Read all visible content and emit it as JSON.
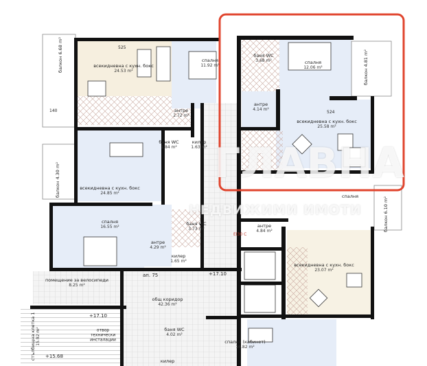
{
  "watermark": {
    "main": "ГЛАВНА",
    "sub": "НЕДВИЖИМИ ИМОТИ"
  },
  "highlight_color": "#e0452e",
  "colors": {
    "wall": "#111111",
    "room_blue": "#e6edf8",
    "room_beige": "#f6efdf",
    "corridor_grid": "#d9d9d9"
  },
  "rooms": [
    {
      "name": "всекидневна с кухн. бокс",
      "area": "24.53 m²"
    },
    {
      "name": "спалня",
      "area": "11.92 m²"
    },
    {
      "name": "антре",
      "area": "2.72 m²"
    },
    {
      "name": "баня WC",
      "area": "1.84 m²"
    },
    {
      "name": "килер",
      "area": "1.63 m²"
    },
    {
      "name": "всекидневна с кухн. бокс",
      "area": "24.85 m²"
    },
    {
      "name": "спалня",
      "area": "16.55 m²"
    },
    {
      "name": "антре",
      "area": "4.29 m²"
    },
    {
      "name": "баня WC",
      "area": "3.73 m²"
    },
    {
      "name": "килер",
      "area": "1.65 m²"
    },
    {
      "name": "помещение за велосипеди",
      "area": "8.25 m²"
    },
    {
      "name": "общ коридор",
      "area": "42.36 m²"
    },
    {
      "name": "стълбищна клетка 1",
      "area": "15.92 m²"
    },
    {
      "name": "баня WC",
      "area": "4.02 m²"
    },
    {
      "name": "килер",
      "area": ""
    },
    {
      "name": "спалня (кабинет)",
      "area": "16.82 m²"
    },
    {
      "name": "баня WC",
      "area": "3.68 m²"
    },
    {
      "name": "спалня",
      "area": "12.06 m²"
    },
    {
      "name": "антре",
      "area": "4.14 m²"
    },
    {
      "name": "всекидневна с кухн. бокс",
      "area": "25.58 m²"
    },
    {
      "name": "балкон",
      "area": "4.81 m²"
    },
    {
      "name": "антре",
      "area": "4.84 m²"
    },
    {
      "name": "всекидневна с кухн. бокс",
      "area": "23.07 m²"
    },
    {
      "name": "спалня",
      "area": ""
    },
    {
      "name": "балкон",
      "area": "6.10 m²"
    },
    {
      "name": "балкон",
      "area": "6.68 m²"
    },
    {
      "name": "балкон",
      "area": "4.30 m²"
    },
    {
      "name": "отвор технически инсталации",
      "area": ""
    }
  ],
  "annotations": {
    "elev_1": "+17.10",
    "elev_2": "+17.10",
    "elev_3": "+15.68",
    "apt": "ап. 75",
    "code": "EI30 C",
    "dim_525": "525",
    "dim_524": "524",
    "dim_140": "140"
  }
}
